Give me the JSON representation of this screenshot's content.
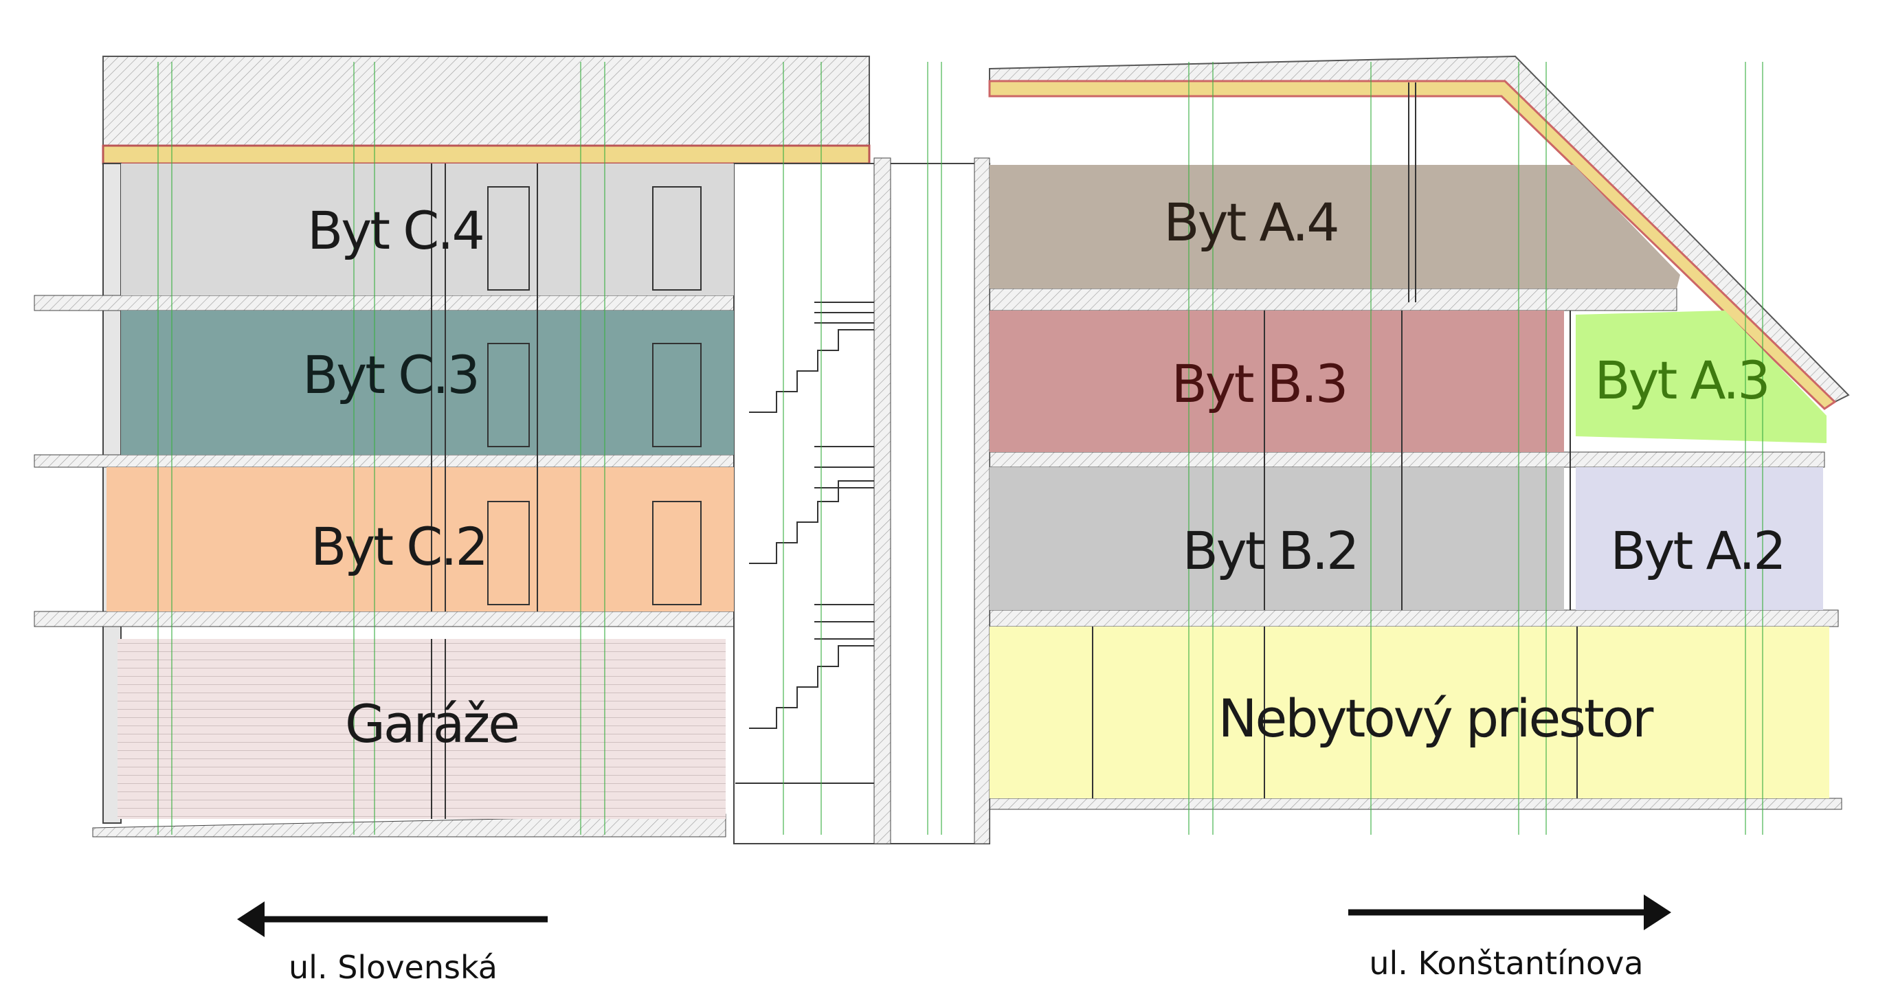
{
  "rooms": {
    "c4": {
      "label": "Byt C.4",
      "color": "#d9d9d9",
      "text_color": "#1a1a1a"
    },
    "c3": {
      "label": "Byt C.3",
      "color": "#7fa3a1",
      "text_color": "#12201f"
    },
    "c2": {
      "label": "Byt C.2",
      "color": "#f9c7a0",
      "text_color": "#1a1a1a"
    },
    "garage": {
      "label": "Garáže",
      "color": "#f1e3e3",
      "text_color": "#1a1a1a"
    },
    "a4": {
      "label": "Byt A.4",
      "color": "#bcb0a3",
      "text_color": "#2a2018"
    },
    "b3": {
      "label": "Byt B.3",
      "color": "#cf9898",
      "text_color": "#4a1212"
    },
    "a3": {
      "label": "Byt A.3",
      "color": "#c3f78a",
      "text_color": "#3e7a10"
    },
    "b2": {
      "label": "Byt B.2",
      "color": "#c8c8c8",
      "text_color": "#1a1a1a"
    },
    "a2": {
      "label": "Byt A.2",
      "color": "#dcdcee",
      "text_color": "#1a1a1a"
    },
    "commercial": {
      "label": "Nebytový priestor",
      "color": "#fbfbb8",
      "text_color": "#1a1a1a"
    }
  },
  "streets": {
    "left": {
      "label": "ul. Slovenská",
      "direction": "left"
    },
    "right": {
      "label": "ul. Konštantínova",
      "direction": "right"
    }
  }
}
